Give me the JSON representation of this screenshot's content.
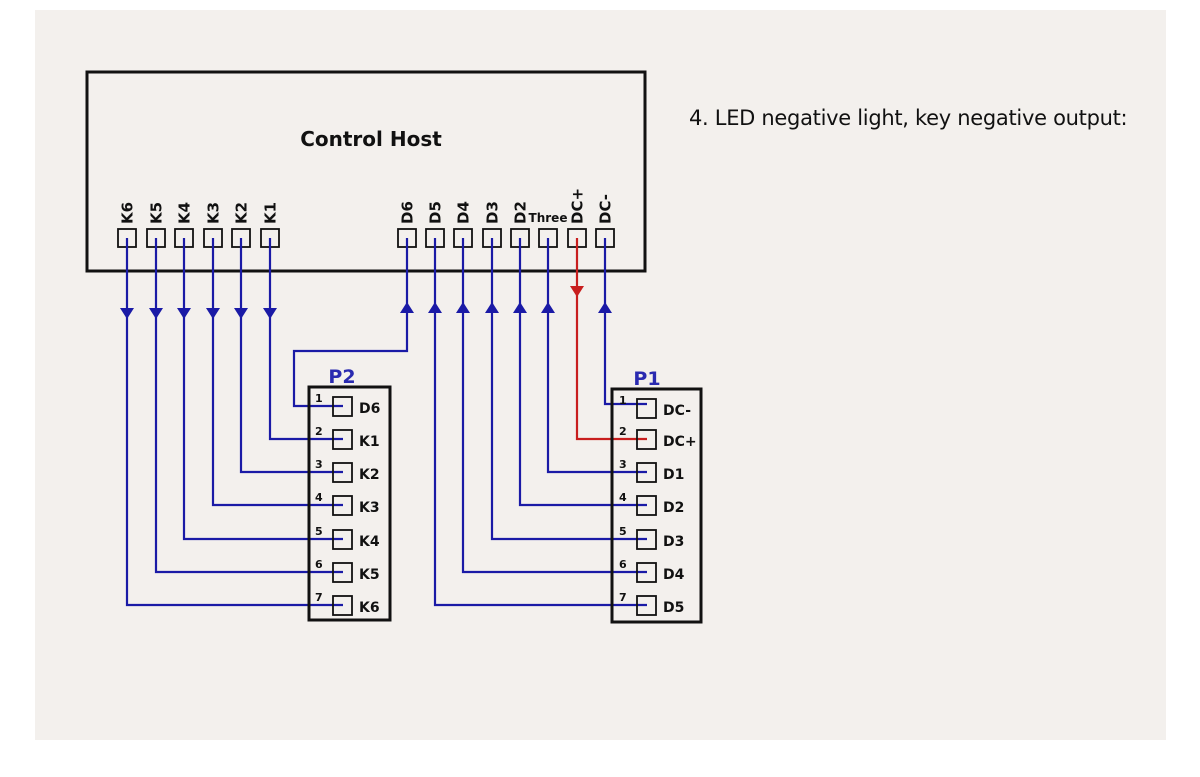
{
  "caption": "4. LED negative light, key negative output:",
  "host": {
    "title": "Control Host",
    "left_terminals": [
      "K6",
      "K5",
      "K4",
      "K3",
      "K2",
      "K1"
    ],
    "right_terminals": [
      "D6",
      "D5",
      "D4",
      "D3",
      "D2",
      "Three",
      "DC+",
      "DC-"
    ]
  },
  "connectors": {
    "p2": {
      "label": "P2",
      "pins": [
        {
          "num": "1",
          "name": "D6"
        },
        {
          "num": "2",
          "name": "K1"
        },
        {
          "num": "3",
          "name": "K2"
        },
        {
          "num": "4",
          "name": "K3"
        },
        {
          "num": "5",
          "name": "K4"
        },
        {
          "num": "6",
          "name": "K5"
        },
        {
          "num": "7",
          "name": "K6"
        }
      ]
    },
    "p1": {
      "label": "P1",
      "pins": [
        {
          "num": "1",
          "name": "DC-"
        },
        {
          "num": "2",
          "name": "DC+"
        },
        {
          "num": "3",
          "name": "D1"
        },
        {
          "num": "4",
          "name": "D2"
        },
        {
          "num": "5",
          "name": "D3"
        },
        {
          "num": "6",
          "name": "D4"
        },
        {
          "num": "7",
          "name": "D5"
        }
      ]
    }
  },
  "colors": {
    "wire": "#1a1aa6",
    "power_wire": "#c81e1e",
    "connector_label": "#2a2ab0",
    "outline": "#111111",
    "panel": "#f3f0ed"
  }
}
